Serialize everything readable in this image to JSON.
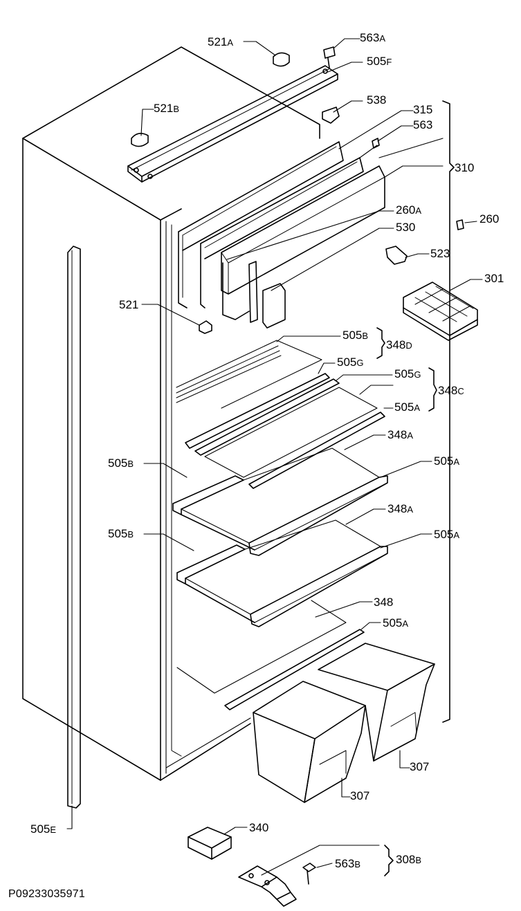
{
  "diagram": {
    "document_id": "P09233035971",
    "parts": [
      {
        "id": "521a",
        "base": "521",
        "suffix": "A"
      },
      {
        "id": "563a",
        "base": "563",
        "suffix": "A"
      },
      {
        "id": "505f",
        "base": "505",
        "suffix": "F"
      },
      {
        "id": "521b",
        "base": "521",
        "suffix": "B"
      },
      {
        "id": "538",
        "base": "538",
        "suffix": ""
      },
      {
        "id": "315",
        "base": "315",
        "suffix": ""
      },
      {
        "id": "563",
        "base": "563",
        "suffix": ""
      },
      {
        "id": "310",
        "base": "310",
        "suffix": ""
      },
      {
        "id": "260a",
        "base": "260",
        "suffix": "A"
      },
      {
        "id": "260",
        "base": "260",
        "suffix": ""
      },
      {
        "id": "530",
        "base": "530",
        "suffix": ""
      },
      {
        "id": "523",
        "base": "523",
        "suffix": ""
      },
      {
        "id": "301",
        "base": "301",
        "suffix": ""
      },
      {
        "id": "521",
        "base": "521",
        "suffix": ""
      },
      {
        "id": "505b-top",
        "base": "505",
        "suffix": "B"
      },
      {
        "id": "348d",
        "base": "348",
        "suffix": "D"
      },
      {
        "id": "505g-1",
        "base": "505",
        "suffix": "G"
      },
      {
        "id": "505g-2",
        "base": "505",
        "suffix": "G"
      },
      {
        "id": "348c",
        "base": "348",
        "suffix": "C"
      },
      {
        "id": "505a-1",
        "base": "505",
        "suffix": "A"
      },
      {
        "id": "348a-1",
        "base": "348",
        "suffix": "A"
      },
      {
        "id": "505b-1",
        "base": "505",
        "suffix": "B"
      },
      {
        "id": "505a-2",
        "base": "505",
        "suffix": "A"
      },
      {
        "id": "348a-2",
        "base": "348",
        "suffix": "A"
      },
      {
        "id": "505b-2",
        "base": "505",
        "suffix": "B"
      },
      {
        "id": "505a-3",
        "base": "505",
        "suffix": "A"
      },
      {
        "id": "348",
        "base": "348",
        "suffix": ""
      },
      {
        "id": "505a-4",
        "base": "505",
        "suffix": "A"
      },
      {
        "id": "307-1",
        "base": "307",
        "suffix": ""
      },
      {
        "id": "307-2",
        "base": "307",
        "suffix": ""
      },
      {
        "id": "505e",
        "base": "505",
        "suffix": "E"
      },
      {
        "id": "340",
        "base": "340",
        "suffix": ""
      },
      {
        "id": "563b",
        "base": "563",
        "suffix": "B"
      },
      {
        "id": "308b",
        "base": "308",
        "suffix": "B"
      }
    ]
  }
}
